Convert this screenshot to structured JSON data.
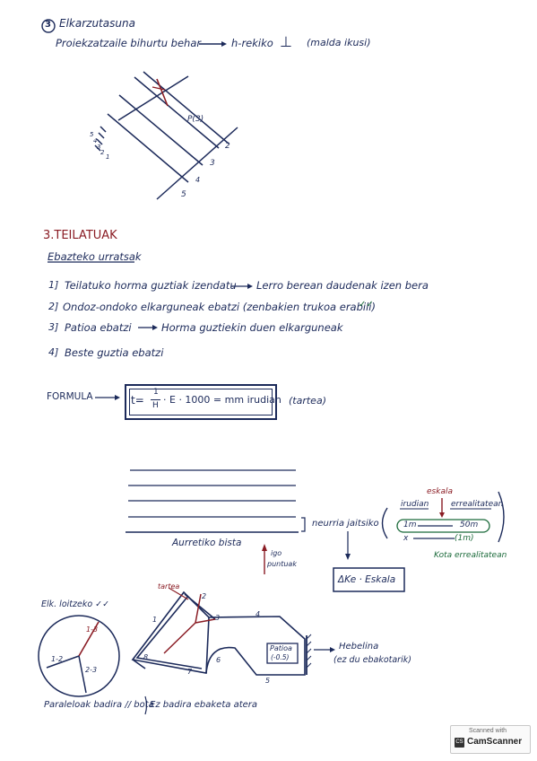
{
  "section3": {
    "number": "3",
    "title": "Elkarzutasuna",
    "line": "Proiekzatzaile bihurtu behar",
    "arrow_text": "h-rekiko",
    "symbol": "⊥",
    "note": "(malda ikusi)",
    "diagram_labels": {
      "p": "P(3)",
      "n5a": "5",
      "n4a": "4",
      "n3a": "3",
      "n2a": "2",
      "n1a": "1",
      "n2": "2",
      "n3": "3",
      "n4": "4",
      "n5": "5"
    }
  },
  "teilatuak": {
    "title": "3.TEILATUAK",
    "subtitle": "Ebazteko urratsak",
    "steps": [
      {
        "num": "1]",
        "text": "Teilatuko horma guztiak izendatu",
        "result": "Lerro berean daudenak izen bera"
      },
      {
        "num": "2]",
        "text": "Ondoz-ondoko elkarguneak ebatzi (zenbakien trukoa erabili)",
        "check": "✓✓"
      },
      {
        "num": "3]",
        "text": "Patioa ebatzi",
        "result": "Horma guztiekin duen elkarguneak"
      },
      {
        "num": "4]",
        "text": "Beste guztia ebatzi"
      }
    ],
    "formula": {
      "label": "FORMULA",
      "t": "t=",
      "num": "1",
      "den": "H",
      "rest": "· E · 1000 = mm irudian",
      "note": "(tartea)"
    }
  },
  "bottom": {
    "aurretiko": "Aurretiko bista",
    "neurria": "neurria jaitsiko",
    "igo": "igo",
    "puntuak": "puntuak",
    "eskala": "eskala",
    "irudian": "irudian",
    "errealitatean": "errealitatean",
    "one_m": "1m",
    "fifty_m": "50m",
    "x": "x",
    "one_m_circle": "(1m)",
    "kota": "Kota errealitatean",
    "delta": "ΔKe · Eskala",
    "teilatua_label": "tartea",
    "patioa": "Patioa",
    "patioa_val": "(-0.5)",
    "hebelina": "Hebelina",
    "ez_du": "(ez du ebakotarik)",
    "elk": "Elk. loitzeko ✓✓",
    "circle_labels": {
      "a": "1-3",
      "b": "1-2",
      "c": "2-3"
    },
    "plan_nums": {
      "n1": "1",
      "n2": "2",
      "n3": "3",
      "n4": "4",
      "n5": "5",
      "n6": "6",
      "n7": "7",
      "n8": "8"
    },
    "paralelo": "Paraleloak badira // bota",
    "ez_badira": "Ez badira ebaketa atera"
  },
  "watermark": {
    "scanned": "Scanned with",
    "brand": "CamScanner",
    "logo": "CS"
  }
}
